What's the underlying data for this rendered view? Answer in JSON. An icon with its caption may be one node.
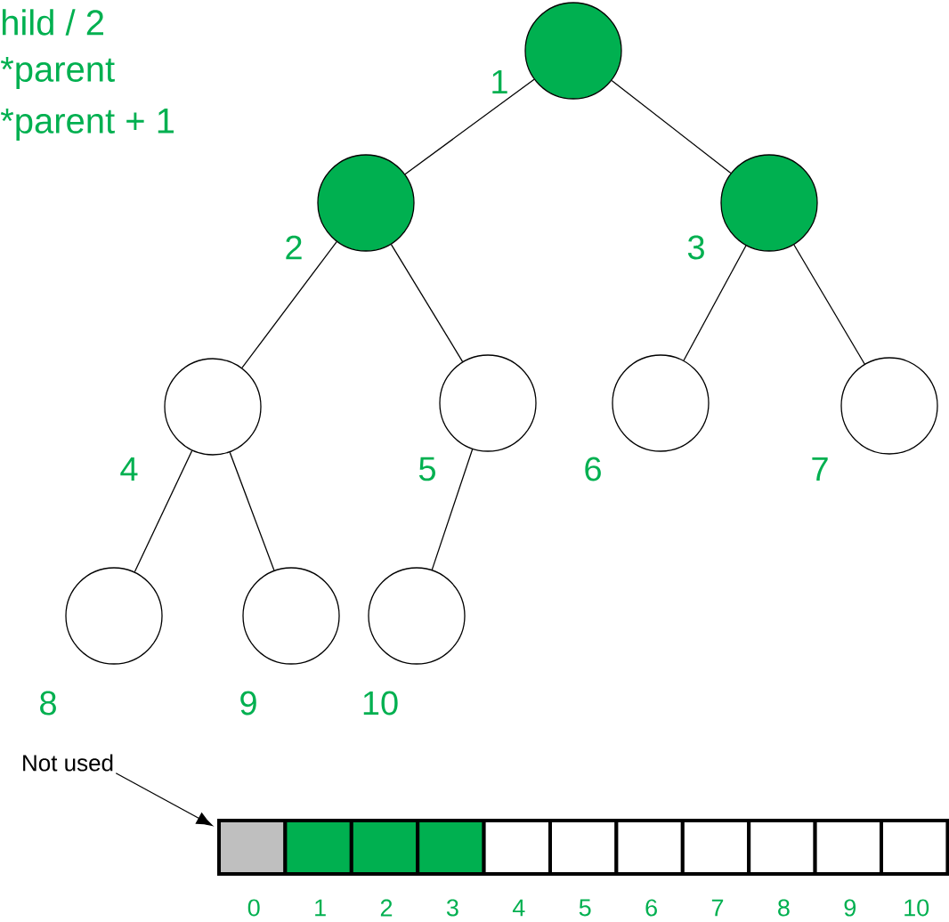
{
  "diagram": {
    "nodes": [
      {
        "text": [],
        "shape": "circle",
        "beside": [
          "1"
        ]
      },
      {
        "text": [],
        "shape": "circle",
        "beside": [
          "2"
        ]
      },
      {
        "text": [],
        "shape": "circle",
        "beside": [
          "3"
        ]
      },
      {
        "text": [],
        "shape": "circle",
        "beside": [
          "4"
        ]
      },
      {
        "text": [],
        "shape": "circle",
        "beside": [
          "5"
        ]
      },
      {
        "text": [],
        "shape": "circle",
        "beside": [
          "6"
        ]
      },
      {
        "text": [],
        "shape": "circle",
        "beside": [
          "7"
        ]
      },
      {
        "text": [],
        "shape": "circle",
        "beside": [
          "8"
        ]
      },
      {
        "text": [],
        "shape": "circle",
        "beside": [
          "9"
        ]
      },
      {
        "text": [],
        "shape": "circle",
        "beside": [
          "10"
        ]
      },
      {
        "text": [
          "Not used"
        ]
      },
      {
        "text": [],
        "shape": "box",
        "beside": [
          "0"
        ]
      },
      {
        "text": [],
        "shape": "box",
        "beside": [
          "1"
        ]
      },
      {
        "text": [],
        "shape": "box",
        "beside": [
          "2"
        ]
      },
      {
        "text": [],
        "shape": "box",
        "beside": [
          "3"
        ]
      },
      {
        "text": [],
        "shape": "box",
        "beside": [
          "4"
        ]
      },
      {
        "text": [],
        "shape": "box",
        "beside": [
          "5"
        ]
      },
      {
        "text": [],
        "shape": "box",
        "beside": [
          "6"
        ]
      },
      {
        "text": [],
        "shape": "box",
        "beside": [
          "7"
        ]
      },
      {
        "text": [],
        "shape": "box",
        "beside": [
          "8"
        ]
      },
      {
        "text": [],
        "shape": "box",
        "beside": [
          "9"
        ]
      },
      {
        "text": [],
        "shape": "box",
        "beside": [
          "10"
        ]
      }
    ],
    "edges": [
      {
        "from": 0,
        "to": 1,
        "arrow": "none"
      },
      {
        "from": 0,
        "to": 2,
        "arrow": "none"
      },
      {
        "from": 1,
        "to": 3,
        "arrow": "none"
      },
      {
        "from": 1,
        "to": 4,
        "arrow": "none"
      },
      {
        "from": 2,
        "to": 5,
        "arrow": "none"
      },
      {
        "from": 2,
        "to": 6,
        "arrow": "none"
      },
      {
        "from": 3,
        "to": 7,
        "arrow": "none"
      },
      {
        "from": 3,
        "to": 8,
        "arrow": "none"
      },
      {
        "from": 4,
        "to": 9,
        "arrow": "none"
      },
      {
        "from": 10,
        "to": 11,
        "arrow": "to"
      }
    ],
    "labels": [
      "hild / 2",
      "*parent",
      "*parent + 1"
    ]
  }
}
